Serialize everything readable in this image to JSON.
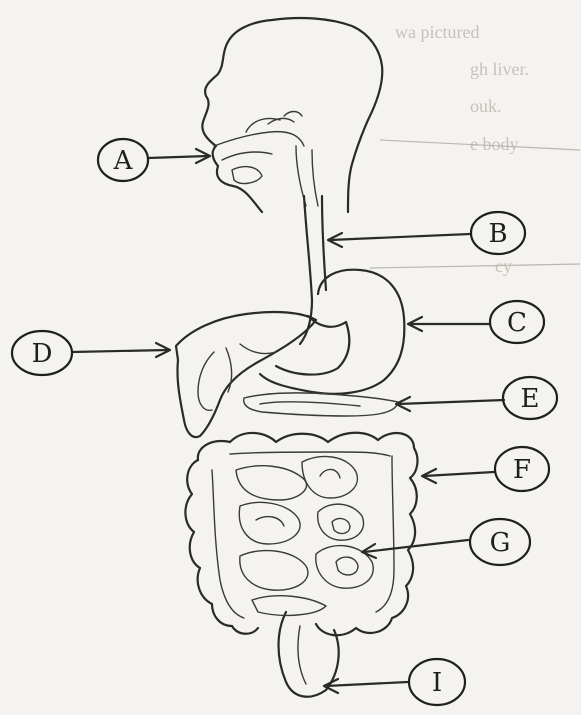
{
  "labels": {
    "A": "A",
    "B": "B",
    "C": "C",
    "D": "D",
    "E": "E",
    "F": "F",
    "G": "G",
    "H": "I"
  },
  "show_through": [
    "wa pictured",
    "gh liver.",
    "ouk.",
    "e body",
    "cy"
  ],
  "colors": {
    "paper": "#f4f3ef",
    "ink": "#2a2a2a",
    "show_through": "#c4c2bb"
  }
}
